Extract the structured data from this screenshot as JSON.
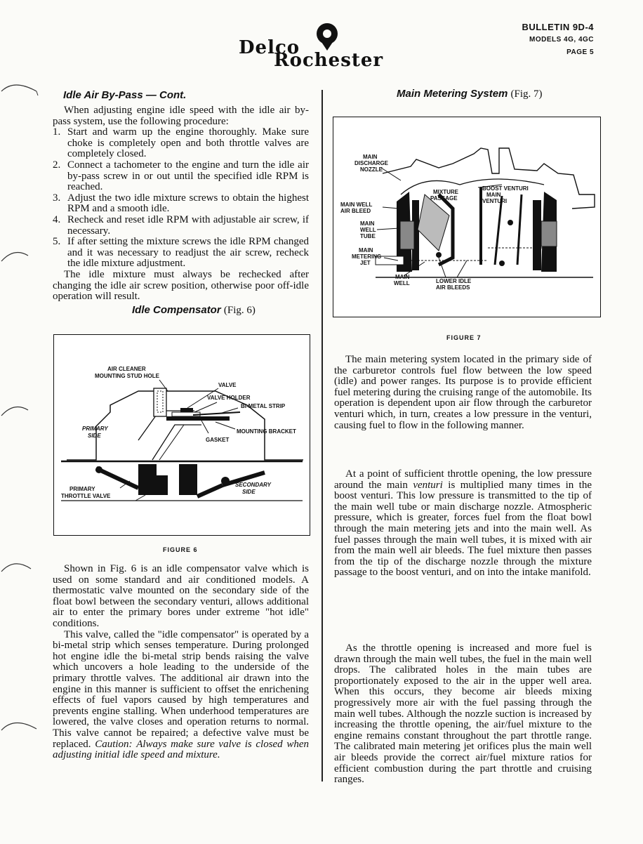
{
  "header": {
    "logo_line1": "Delco",
    "logo_line2": "Rochester",
    "bulletin": "BULLETIN 9D-4",
    "models": "MODELS 4G, 4GC",
    "page": "PAGE 5"
  },
  "left": {
    "heading": "Idle Air By-Pass — Cont.",
    "intro": "When adjusting engine idle speed with the idle air by-pass system, use the following procedure:",
    "steps": [
      {
        "num": "1.",
        "text": "Start and warm up the engine thoroughly. Make sure choke is completely open and both throttle valves are completely closed."
      },
      {
        "num": "2.",
        "text": "Connect a tachometer to the engine and turn the idle air by-pass screw in or out until the specified idle RPM is reached."
      },
      {
        "num": "3.",
        "text": "Adjust the two idle mixture screws to obtain the highest RPM and a smooth idle."
      },
      {
        "num": "4.",
        "text": "Recheck and reset idle RPM with adjustable air screw, if necessary."
      },
      {
        "num": "5.",
        "text": "If after setting the mixture screws the idle RPM changed and it was necessary to readjust the air screw, recheck the idle mixture adjustment."
      }
    ],
    "closing": "The idle mixture must always be rechecked after changing the idle air screw position, otherwise poor off-idle operation will result.",
    "subheading": "Idle Compensator",
    "subheading_ref": "(Fig. 6)",
    "figure6": {
      "caption": "FIGURE 6",
      "labels": {
        "air_cleaner_1": "AIR CLEANER",
        "air_cleaner_2": "MOUNTING STUD HOLE",
        "valve": "VALVE",
        "valve_holder": "VALVE HOLDER",
        "bimetal": "BI-METAL STRIP",
        "mounting_bracket": "MOUNTING BRACKET",
        "gasket": "GASKET",
        "primary_side_1": "PRIMARY",
        "primary_side_2": "SIDE",
        "primary_tv_1": "PRIMARY",
        "primary_tv_2": "THROTTLE VALVE",
        "secondary_1": "SECONDARY",
        "secondary_2": "SIDE"
      }
    },
    "para1": "Shown in Fig. 6 is an idle compensator valve which is used on some standard and air conditioned models. A thermostatic valve mounted on the secondary side of the float bowl between the secondary venturi, allows additional air to enter the primary bores under extreme \"hot idle\" conditions.",
    "para2": "This valve, called the \"idle compensator\" is operated by a bi-metal strip which senses temperature. During prolonged hot engine idle the bi-metal strip bends raising the valve which uncovers a hole leading to the underside of the primary throttle valves. The additional air drawn into the engine in this manner is sufficient to offset the enrichening effects of fuel vapors caused by high temperatures and prevents engine stalling. When underhood temperatures are lowered, the valve closes and operation returns to normal. This valve cannot be repaired; a defective valve must be replaced.",
    "caution_label": "Caution:",
    "caution_text": "Always make sure valve is closed when adjusting initial idle speed and mixture."
  },
  "right": {
    "heading": "Main Metering System",
    "heading_ref": "(Fig. 7)",
    "figure7": {
      "caption": "FIGURE 7",
      "labels": {
        "discharge_1": "MAIN",
        "discharge_2": "DISCHARGE",
        "discharge_3": "NOZZLE",
        "mixture_1": "MIXTURE",
        "mixture_2": "PASSAGE",
        "boost": "BOOST VENTURI",
        "main_venturi_1": "MAIN",
        "main_venturi_2": "VENTURI",
        "well_air_1": "MAIN WELL",
        "well_air_2": "AIR BLEED",
        "well_tube_1": "MAIN",
        "well_tube_2": "WELL",
        "well_tube_3": "TUBE",
        "jet_1": "MAIN",
        "jet_2": "METERING",
        "jet_3": "JET",
        "main_well_1": "MAIN",
        "main_well_2": "WELL",
        "lower_1": "LOWER IDLE",
        "lower_2": "AIR BLEEDS"
      }
    },
    "para1": "The main metering system located in the primary side of the carburetor controls fuel flow between the low speed (idle) and power ranges. Its purpose is to provide efficient fuel metering during the cruising range of the automobile. Its operation is dependent upon air flow through the carburetor venturi which, in turn, creates a low pressure in the venturi, causing fuel to flow in the following manner.",
    "para2_a": "At a point of sufficient throttle opening, the low pressure around the main",
    "para2_em": "venturi",
    "para2_b": "is multiplied many times in the boost venturi. This low pressure is transmitted to the tip of the main well tube or main discharge nozzle. Atmospheric pressure, which is greater, forces fuel from the float bowl through the main metering jets and into the main well. As fuel passes through the main well tubes, it is mixed with air from the main well air bleeds. The fuel mixture then passes from the tip of the discharge nozzle through the mixture passage to the boost venturi, and on into the intake manifold.",
    "para3": "As the throttle opening is increased and more fuel is drawn through the main well tubes, the fuel in the main well drops. The calibrated holes in the main tubes are proportionately exposed to the air in the upper well area. When this occurs, they become air bleeds mixing progressively more air with the fuel passing through the main well tubes. Although the nozzle suction is increased by increasing the throttle opening, the air/fuel mixture to the engine remains constant throughout the part throttle range. The calibrated main metering jet orifices plus the main well air bleeds provide the correct air/fuel mixture ratios for efficient combustion during the part throttle and cruising ranges."
  }
}
